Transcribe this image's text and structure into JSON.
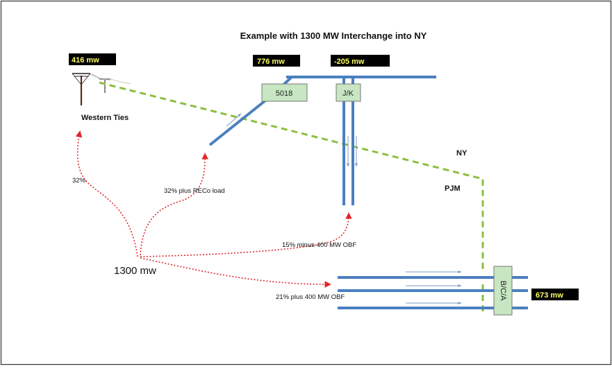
{
  "title": "Example with 1300 MW Interchange into NY",
  "meters": {
    "western": "416 mw",
    "line_5018": "776 mw",
    "line_jk": "-205 mw",
    "line_bca": "673 mw"
  },
  "components": {
    "box_5018": "5018",
    "box_jk": "J/K",
    "box_bca": "B/C/A",
    "western_ties": "Western Ties"
  },
  "regions": {
    "ny": "NY",
    "pjm": "PJM"
  },
  "flows": {
    "source": "1300 mw",
    "western_share": "32%",
    "line_5018_share": "32% plus RECo load",
    "line_jk_share": "15% minus 400 MW OBF",
    "line_bca_share": "21% plus 400 MW OBF"
  },
  "colors": {
    "line_blue": "#4a7fc0",
    "boundary_green": "#8cbf3f",
    "flow_red": "#e0262b",
    "box_fill": "#c7e6c1",
    "meter_bg": "#000000",
    "meter_text": "#ffff66"
  }
}
